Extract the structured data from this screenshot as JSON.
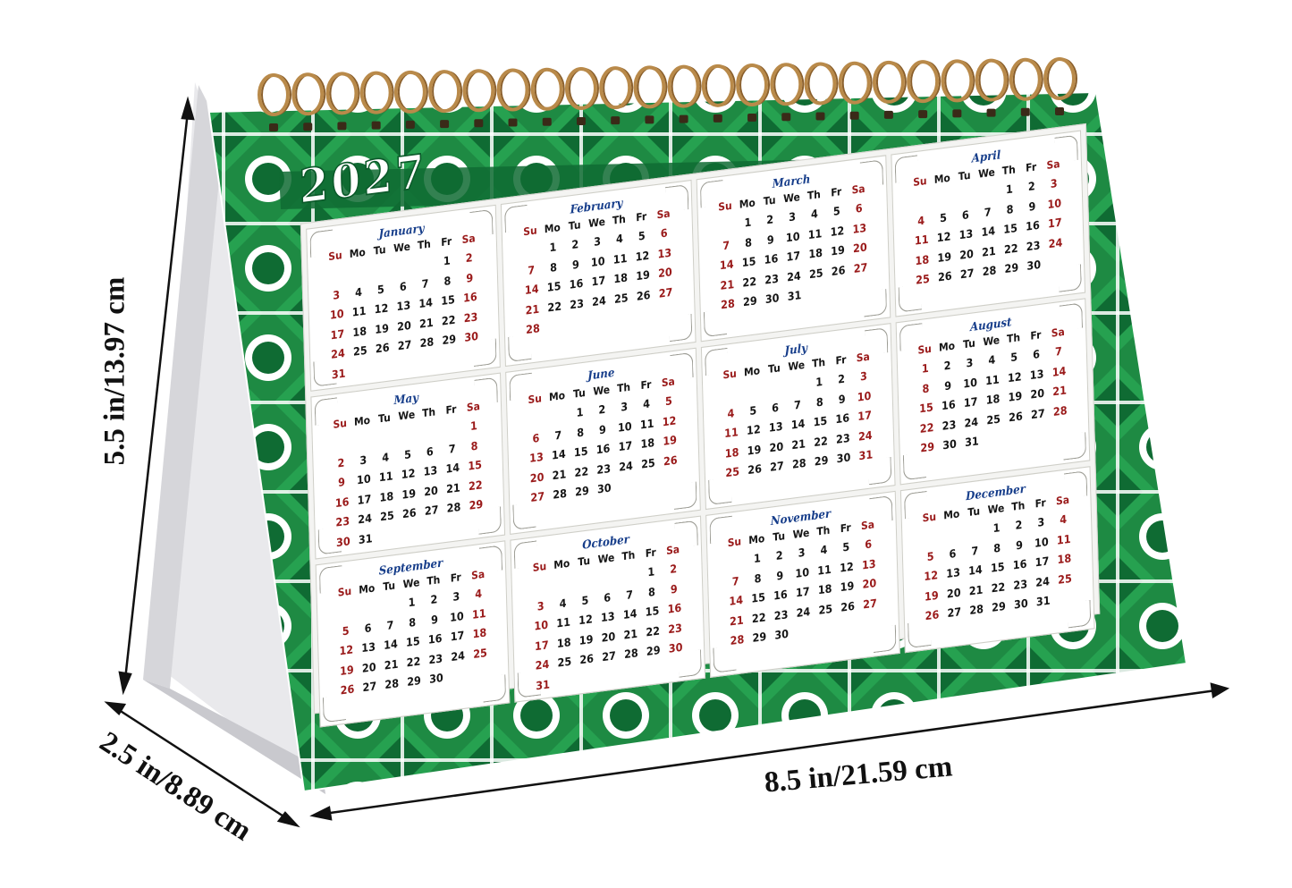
{
  "dimensions": {
    "height_label": "5.5 in/13.97 cm",
    "depth_label": "2.5 in/8.89 cm",
    "width_label": "8.5 in/21.59 cm"
  },
  "calendar": {
    "year": "2027",
    "weekday_headers": [
      "Su",
      "Mo",
      "Tu",
      "We",
      "Th",
      "Fr",
      "Sa"
    ],
    "colors": {
      "frame_green": "#1e8a43",
      "dark_green": "#0f6b33",
      "month_title": "#163d8a",
      "weekend": "#9a1a1a",
      "weekday": "#151515",
      "ring": "#b98a4a"
    },
    "months": [
      {
        "name": "January",
        "start": 5,
        "days": 31
      },
      {
        "name": "February",
        "start": 1,
        "days": 28
      },
      {
        "name": "March",
        "start": 1,
        "days": 31
      },
      {
        "name": "April",
        "start": 4,
        "days": 30
      },
      {
        "name": "May",
        "start": 6,
        "days": 31
      },
      {
        "name": "June",
        "start": 2,
        "days": 30
      },
      {
        "name": "July",
        "start": 4,
        "days": 31
      },
      {
        "name": "August",
        "start": 0,
        "days": 31
      },
      {
        "name": "September",
        "start": 3,
        "days": 30
      },
      {
        "name": "October",
        "start": 5,
        "days": 31
      },
      {
        "name": "November",
        "start": 1,
        "days": 30
      },
      {
        "name": "December",
        "start": 3,
        "days": 31
      }
    ]
  }
}
